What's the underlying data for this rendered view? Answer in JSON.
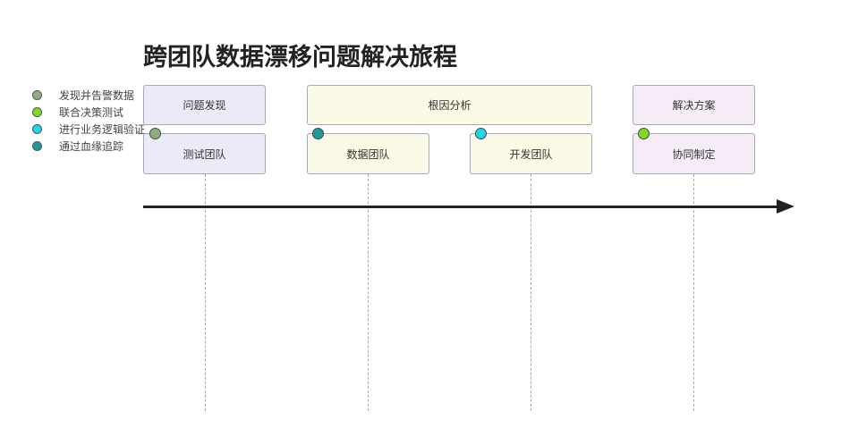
{
  "title": "跨团队数据漂移问题解决旅程",
  "legend": [
    {
      "label": "发现并告警数据",
      "color": "#8fae7f"
    },
    {
      "label": "联合决策测试",
      "color": "#7fdc1a"
    },
    {
      "label": "进行业务逻辑验证",
      "color": "#1ed8e8"
    },
    {
      "label": "通过血缘追踪",
      "color": "#1f9a9a"
    }
  ],
  "stages": [
    {
      "label": "问题发现",
      "color": "#ebebf7"
    },
    {
      "label": "根因分析",
      "color": "#fafae6"
    },
    {
      "label": "解决方案",
      "color": "#f5ecf8"
    }
  ],
  "actors": [
    {
      "label": "测试团队",
      "color": "#ebebf7",
      "marker": "#8fae7f"
    },
    {
      "label": "数据团队",
      "color": "#fafae6",
      "marker": "#1f9a9a"
    },
    {
      "label": "开发团队",
      "color": "#fafae6",
      "marker": "#1ed8e8"
    },
    {
      "label": "协同制定",
      "color": "#f5ecf8",
      "marker": "#7fdc1a"
    }
  ]
}
